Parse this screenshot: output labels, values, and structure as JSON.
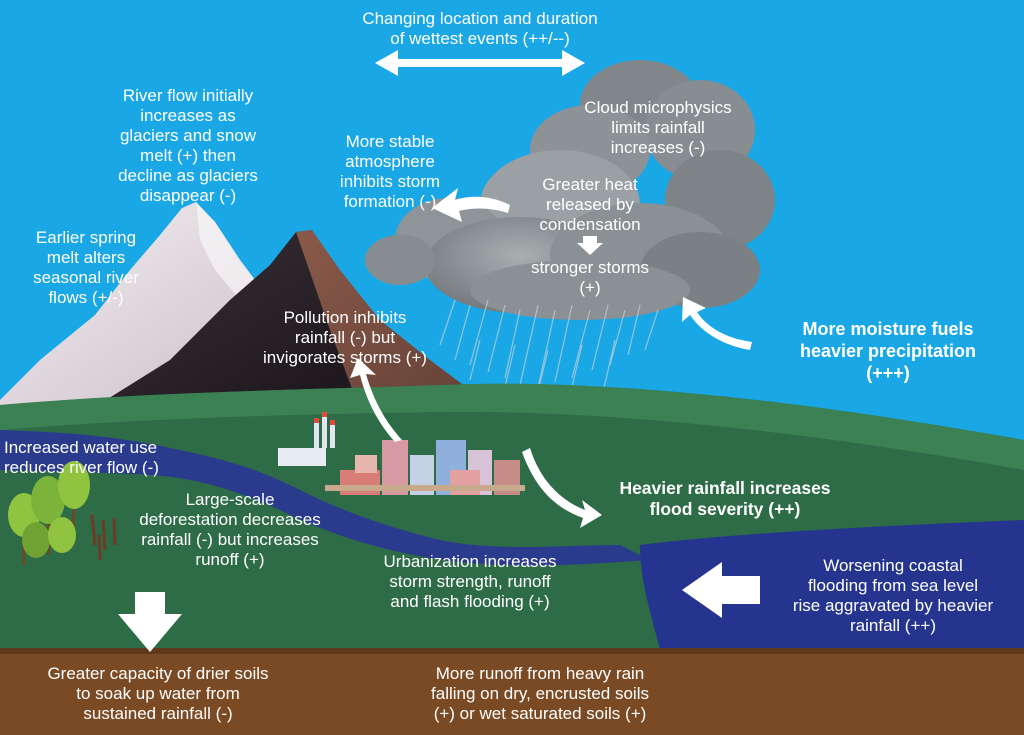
{
  "labels": {
    "wettest_events": "Changing location and duration\nof wettest events (++/--)",
    "river_flow": "River flow initially\nincreases as\nglaciers and snow\nmelt (+) then\ndecline as glaciers\ndisappear (-)",
    "cloud_microphysics": "Cloud microphysics\nlimits rainfall\nincreases (-)",
    "stable_atmosphere": "More stable\natmosphere\ninhibits storm\nformation (-)",
    "greater_heat": "Greater heat\nreleased by\ncondensation",
    "stronger_storms": "stronger storms\n(+)",
    "earlier_spring": "Earlier spring\nmelt alters\nseasonal river\nflows (+/-)",
    "pollution": "Pollution inhibits\nrainfall (-) but\ninvigorates storms (+)",
    "more_moisture": "More moisture fuels\nheavier precipitation\n(+++)",
    "water_use": "Increased water use\nreduces river flow (-)",
    "heavier_rainfall": "Heavier rainfall increases\nflood severity (++)",
    "deforestation": "Large-scale\ndeforestation decreases\nrainfall (-) but increases\nrunoff (+)",
    "urbanization": "Urbanization increases\nstorm strength, runoff\nand flash flooding (+)",
    "coastal_flooding": "Worsening coastal\nflooding from sea level\nrise aggravated by heavier\nrainfall (++)",
    "drier_soils": "Greater capacity of drier soils\nto soak up water from\nsustained rainfall (-)",
    "runoff_soils": "More runoff from heavy rain\nfalling on dry, encrusted soils\n(+) or wet saturated soils (+)"
  },
  "colors": {
    "sky": "#1aa7e6",
    "land": "#2e6b47",
    "soil": "#7a4a24",
    "sea": "#25348f",
    "cloud": "#8f9599",
    "text": "#ffffff"
  }
}
